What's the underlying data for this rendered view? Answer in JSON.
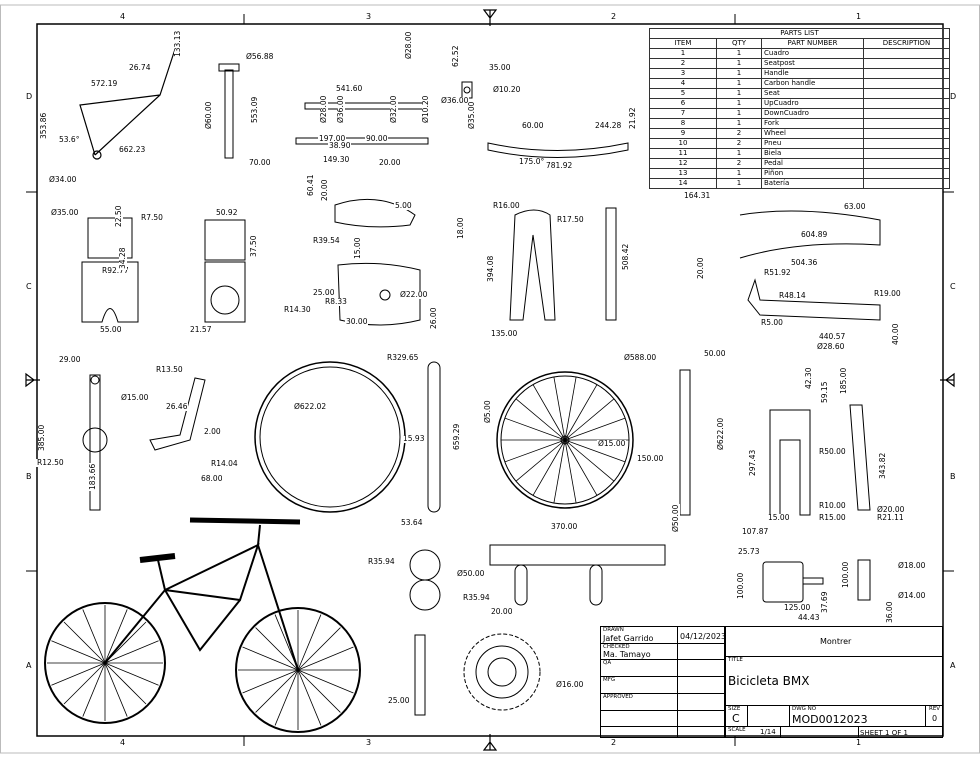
{
  "zones": {
    "columns": [
      "4",
      "3",
      "2",
      "1"
    ],
    "rows": [
      "D",
      "C",
      "B",
      "A"
    ]
  },
  "parts_list": {
    "title": "PARTS LIST",
    "headers": [
      "ITEM",
      "QTY",
      "PART NUMBER",
      "DESCRIPTION"
    ],
    "rows": [
      {
        "item": "1",
        "qty": "1",
        "part": "Cuadro",
        "desc": ""
      },
      {
        "item": "2",
        "qty": "1",
        "part": "Seatpost",
        "desc": ""
      },
      {
        "item": "3",
        "qty": "1",
        "part": "Handle",
        "desc": ""
      },
      {
        "item": "4",
        "qty": "1",
        "part": "Carbon handle",
        "desc": ""
      },
      {
        "item": "5",
        "qty": "1",
        "part": "Seat",
        "desc": ""
      },
      {
        "item": "6",
        "qty": "1",
        "part": "UpCuadro",
        "desc": ""
      },
      {
        "item": "7",
        "qty": "1",
        "part": "DownCuadro",
        "desc": ""
      },
      {
        "item": "8",
        "qty": "1",
        "part": "Fork",
        "desc": ""
      },
      {
        "item": "9",
        "qty": "2",
        "part": "Wheel",
        "desc": ""
      },
      {
        "item": "10",
        "qty": "2",
        "part": "Pneu",
        "desc": ""
      },
      {
        "item": "11",
        "qty": "1",
        "part": "Biela",
        "desc": ""
      },
      {
        "item": "12",
        "qty": "2",
        "part": "Pedal",
        "desc": ""
      },
      {
        "item": "13",
        "qty": "1",
        "part": "Piñon",
        "desc": ""
      },
      {
        "item": "14",
        "qty": "1",
        "part": "Batería",
        "desc": ""
      }
    ]
  },
  "title_block": {
    "drawn_label": "DRAWN",
    "drawn_by": "Jafet Garrido",
    "drawn_date": "04/12/2023",
    "checked_label": "CHECKED",
    "checked_by": "Ma. Tamayo",
    "qa_label": "QA",
    "mfg_label": "MFG",
    "approved_label": "APPROVED",
    "company": "Montrer",
    "title_label": "TITLE",
    "title": "Bicicleta BMX",
    "size_label": "SIZE",
    "size": "C",
    "dwg_no_label": "DWG NO",
    "dwg_no": "MOD0012023",
    "rev_label": "REV",
    "rev": "0",
    "scale_label": "SCALE",
    "scale": "1/14",
    "sheet": "SHEET 1  OF 1"
  },
  "dimensions": [
    "133.13",
    "572.19",
    "26.74",
    "353.86",
    "53.6°",
    "662.23",
    "Ø34.00",
    "Ø56.88",
    "Ø60.00",
    "553.09",
    "70.00",
    "Ø28.00",
    "541.60",
    "Ø28.00",
    "Ø36.00",
    "Ø32.00",
    "Ø10.20",
    "197.00",
    "90.00",
    "38.90",
    "149.30",
    "20.00",
    "62.52",
    "35.00",
    "Ø10.20",
    "Ø36.00",
    "Ø35.00",
    "60.00",
    "244.28",
    "21.92",
    "175.0°",
    "781.92",
    "60.41",
    "20.00",
    "5.00",
    "R39.54",
    "18.00",
    "15.00",
    "25.00",
    "R8.33",
    "Ø22.00",
    "30.00",
    "26.00",
    "Ø35.00",
    "22.50",
    "R7.50",
    "R92.77",
    "34.28",
    "55.00",
    "50.92",
    "37.50",
    "R14.30",
    "21.57",
    "R16.00",
    "R17.50",
    "394.08",
    "135.00",
    "508.42",
    "164.31",
    "63.00",
    "604.89",
    "504.36",
    "20.00",
    "R51.92",
    "R48.14",
    "R19.00",
    "R5.00",
    "440.57",
    "Ø28.60",
    "40.00",
    "29.00",
    "Ø15.00",
    "385.00",
    "R12.50",
    "183.66",
    "R13.50",
    "26.46",
    "2.00",
    "R14.04",
    "68.00",
    "R329.65",
    "Ø622.02",
    "15.93",
    "659.29",
    "53.64",
    "Ø588.00",
    "Ø5.00",
    "Ø15.00",
    "150.00",
    "50.00",
    "Ø622.00",
    "42.30",
    "59.15",
    "185.00",
    "R50.00",
    "297.43",
    "343.82",
    "R10.00",
    "Ø20.00",
    "15.00",
    "R15.00",
    "R21.11",
    "107.87",
    "25.73",
    "Ø18.00",
    "100.00",
    "37.69",
    "100.00",
    "Ø14.00",
    "125.00",
    "44.43",
    "36.00",
    "R35.94",
    "Ø50.00",
    "R35.94",
    "370.00",
    "Ø50.00",
    "20.00",
    "Ø16.00",
    "25.00"
  ]
}
